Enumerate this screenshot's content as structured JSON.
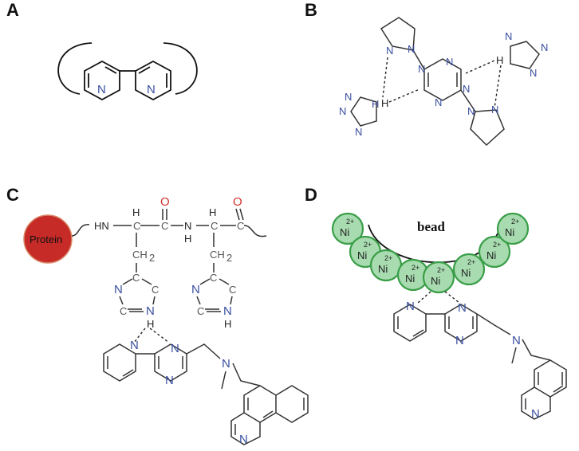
{
  "panels": {
    "a": {
      "label": "A",
      "atoms": {
        "n1": "N",
        "n2": "N"
      }
    },
    "b": {
      "label": "B",
      "atoms": {
        "tz1": "N",
        "tz2": "N",
        "tz3": "N",
        "tz4": "N",
        "pz1a": "N",
        "pz1b": "N",
        "pz2a": "N",
        "pz2b": "N",
        "tl_n1": "N",
        "tl_n2": "N",
        "tl_n3": "N",
        "tl_nh": "H",
        "tr_n1": "N",
        "tr_n2": "N",
        "tr_n3": "N",
        "tr_nh": "H"
      }
    },
    "c": {
      "label": "C",
      "protein": "Protein",
      "atoms": {
        "hn": "HN",
        "h1": "H",
        "c1": "C",
        "o1": "O",
        "c2": "C",
        "n_mid": "N",
        "h_mid": "H",
        "h2": "H",
        "c3": "C",
        "c4": "C",
        "o2": "O",
        "ch2a": "CH",
        "ch2b": "CH",
        "sub2": "2",
        "im1_c": "C",
        "im1_n": "N",
        "im1_c2": "C",
        "im1_c3": "C",
        "im1_nh": "N",
        "im1_h": "H",
        "im2_c": "C",
        "im2_n": "N",
        "im2_c2": "C",
        "im2_c3": "C",
        "im2_nh": "N",
        "im2_h": "H",
        "py_n": "N",
        "pz_n1": "N",
        "pz_n2": "N",
        "am_n": "N",
        "q_n": "N"
      }
    },
    "d": {
      "label": "D",
      "bead": "bead",
      "ion": "Ni",
      "charge": "2+",
      "atoms": {
        "py_n": "N",
        "pz_n1": "N",
        "pz_n2": "N",
        "am_n": "N",
        "q_n": "N"
      }
    }
  },
  "colors": {
    "nitrogen": "#3a4fa0",
    "oxygen": "#d0302a",
    "protein": "#c62b27",
    "nickel_fill": "#a8dcb0",
    "nickel_stroke": "#3a9e48"
  }
}
